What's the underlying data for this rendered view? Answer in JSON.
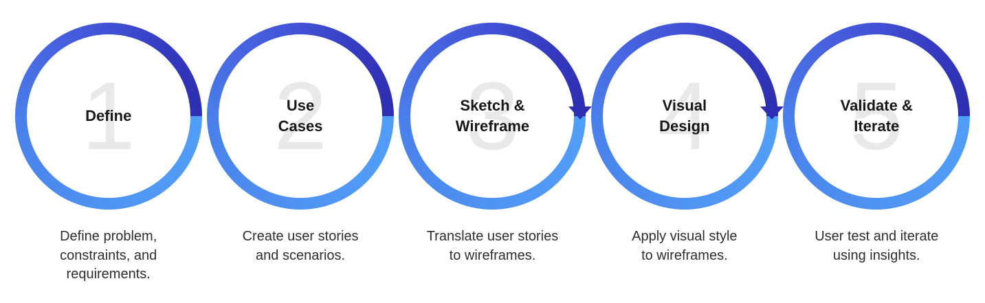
{
  "diagram": {
    "steps": [
      {
        "number": "1",
        "title": [
          "Define"
        ],
        "description": [
          "Define problem,",
          "constraints, and",
          "requirements."
        ]
      },
      {
        "number": "2",
        "title": [
          "Use",
          "Cases"
        ],
        "description": [
          "Create user stories",
          "and scenarios."
        ]
      },
      {
        "number": "3",
        "title": [
          "Sketch &",
          "Wireframe"
        ],
        "description": [
          "Translate user stories",
          "to wireframes."
        ]
      },
      {
        "number": "4",
        "title": [
          "Visual",
          "Design"
        ],
        "description": [
          "Apply visual style",
          "to wireframes."
        ]
      },
      {
        "number": "5",
        "title": [
          "Validate &",
          "Iterate"
        ],
        "description": [
          "User test and iterate",
          "using insights."
        ]
      }
    ],
    "colors": {
      "ring_light": "#4f9ef8",
      "ring_bottom": "#4f93f0",
      "ring_mid": "#4a7eea",
      "ring_top": "#4151d5",
      "ring_dark": "#2d2eb0",
      "arrow": "#2e2fb3",
      "number": "#e9e9ec",
      "title_text": "#171717",
      "description_text": "#2d2d2d",
      "background": "#ffffff"
    }
  }
}
